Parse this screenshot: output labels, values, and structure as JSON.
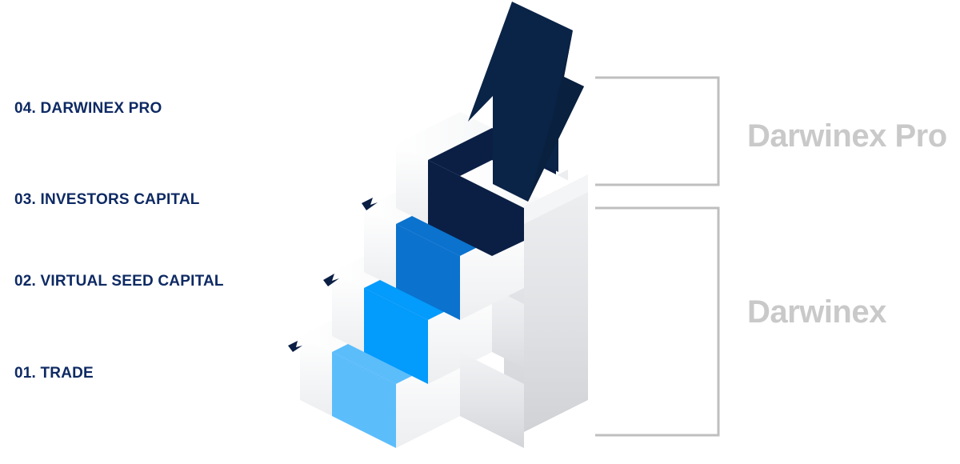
{
  "diagram": {
    "title": "Darwinex growth staircase",
    "type": "isometric-staircase-infographic",
    "background_color": "#ffffff"
  },
  "steps": [
    {
      "number": "01.",
      "name": "TRADE",
      "label": "01. TRADE",
      "color": "#5cbdfb",
      "level": 1
    },
    {
      "number": "02.",
      "name": "VIRTUAL SEED CAPITAL",
      "label": "02. VIRTUAL SEED CAPITAL",
      "color": "#039bfc",
      "level": 2
    },
    {
      "number": "03.",
      "name": "INVESTORS CAPITAL",
      "label": "03. INVESTORS CAPITAL",
      "color": "#0b72ce",
      "level": 3
    },
    {
      "number": "04.",
      "name": "DARWINEX PRO",
      "label": "04. DARWINEX PRO",
      "color": "#0b1f45",
      "level": 4
    }
  ],
  "brackets": [
    {
      "id": "pro",
      "label": "Darwinex Pro",
      "covers": [
        "04. DARWINEX PRO"
      ],
      "color": "#bfbfbf"
    },
    {
      "id": "base",
      "label": "Darwinex",
      "covers": [
        "01. TRADE",
        "02. VIRTUAL SEED CAPITAL",
        "03. INVESTORS CAPITAL"
      ],
      "color": "#bfbfbf"
    }
  ],
  "arrow": {
    "name": "growth-arrow",
    "direction": "up-right",
    "color": "#0a2447"
  },
  "colors": {
    "label_text": "#0e2a63",
    "bracket_text": "#c9c9c9",
    "bracket_line": "#bfbfbf",
    "block_top": "#ffffff",
    "block_left": "#f3f4f6",
    "block_right": "#d8dadd",
    "step1": "#5cbdfb",
    "step2": "#039bfc",
    "step3": "#0b72ce",
    "step4": "#0b1f45",
    "arrow": "#0a2447"
  },
  "markers": [
    {
      "name": "pointer-step-2",
      "color": "#0b1f45"
    },
    {
      "name": "pointer-step-3",
      "color": "#0b1f45"
    },
    {
      "name": "pointer-step-4",
      "color": "#0b1f45"
    }
  ]
}
